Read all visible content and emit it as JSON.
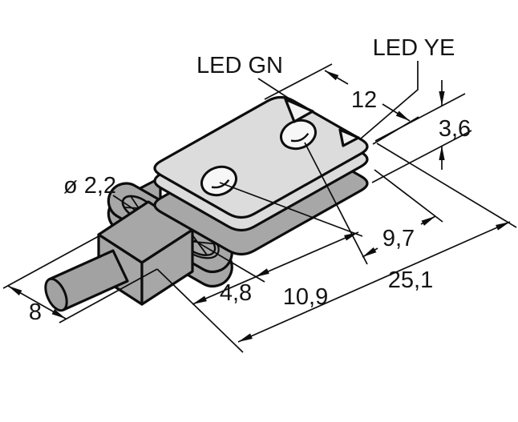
{
  "drawing": {
    "kind": "isometric dimensional drawing",
    "device": "flat rectangular sensor with two optic windows, two mounting holes and pigtail cable",
    "labels": {
      "led_green": "LED GN",
      "led_yellow": "LED YE",
      "hole_diameter": "ø 2,2"
    },
    "dimensions_mm": {
      "width": "12",
      "height": "3,6",
      "cable_block_width": "8",
      "hole_offset": "4,8",
      "front_optic_offset": "10,9",
      "rear_optic_offset": "9,7",
      "total_length": "25,1"
    },
    "colors": {
      "outline": "#0d0d0d",
      "housing_top": "#dcdcdc",
      "housing_base": "#a7a7a7",
      "optic_window": "#f7f7f7",
      "background": "#ffffff"
    }
  }
}
